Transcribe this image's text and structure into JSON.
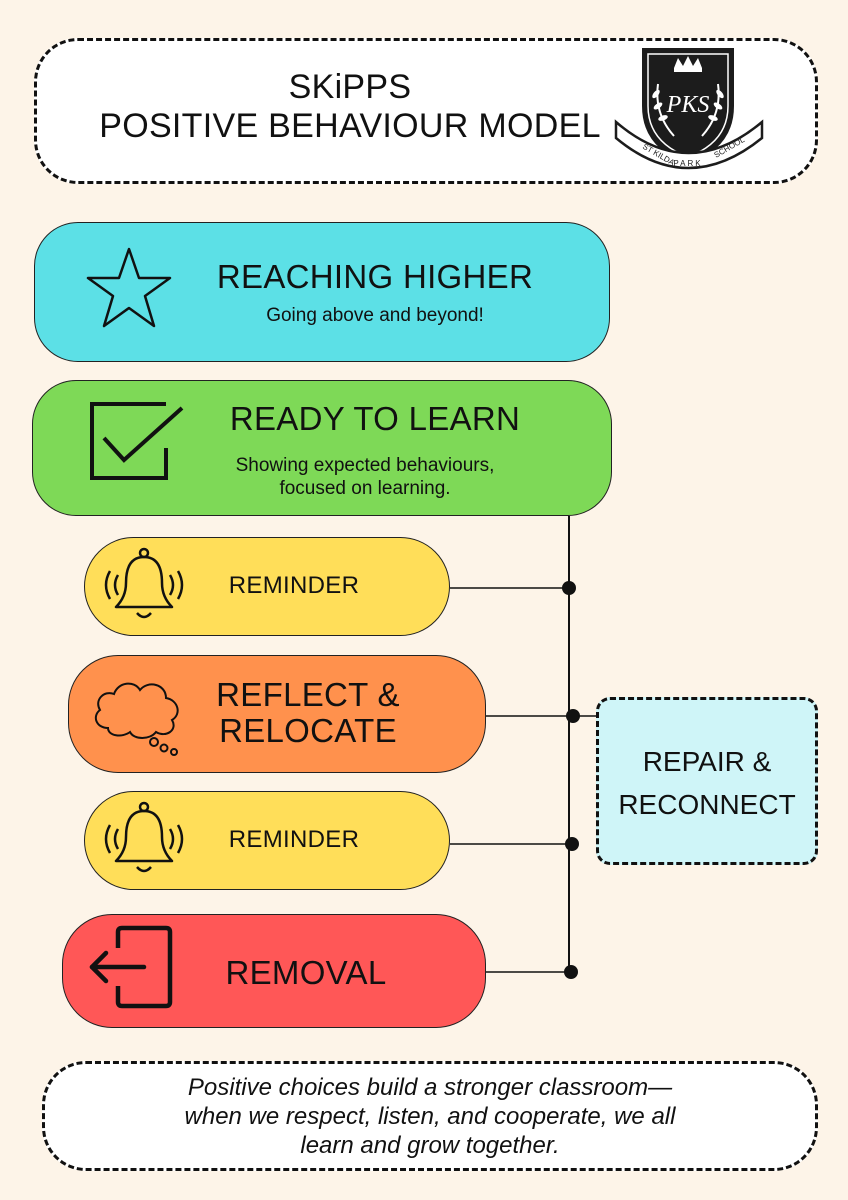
{
  "header": {
    "line1": "SKiPPS",
    "line2": "POSITIVE BEHAVIOUR MODEL",
    "logo": {
      "monogram": "PKS",
      "ribbon_left": "ST KILDA",
      "ribbon_middle": "PARK",
      "ribbon_right": "SCHOOL"
    }
  },
  "levels": {
    "reaching_higher": {
      "title": "REACHING HIGHER",
      "subtitle": "Going above and beyond!",
      "icon": "star-icon",
      "color": "#5ce0e6"
    },
    "ready_to_learn": {
      "title": "READY TO LEARN",
      "subtitle_line1": "Showing expected behaviours,",
      "subtitle_line2": "focused on learning.",
      "icon": "checkbox-icon",
      "color": "#7ed957"
    },
    "reminder_1": {
      "title": "REMINDER",
      "icon": "ringing-bell-icon",
      "color": "#ffde59"
    },
    "reflect": {
      "title_line1": "REFLECT &",
      "title_line2": "RELOCATE",
      "icon": "thought-cloud-icon",
      "color": "#ff914d"
    },
    "reminder_2": {
      "title": "REMINDER",
      "icon": "ringing-bell-icon",
      "color": "#ffde59"
    },
    "removal": {
      "title": "REMOVAL",
      "icon": "exit-door-icon",
      "color": "#ff5757"
    }
  },
  "repair": {
    "line1": "REPAIR &",
    "line2": "RECONNECT",
    "color": "#cff5f8"
  },
  "footer": {
    "line1": "Positive choices build a stronger classroom—",
    "line2": "when we respect, listen, and cooperate, we all",
    "line3": "learn and grow together."
  }
}
